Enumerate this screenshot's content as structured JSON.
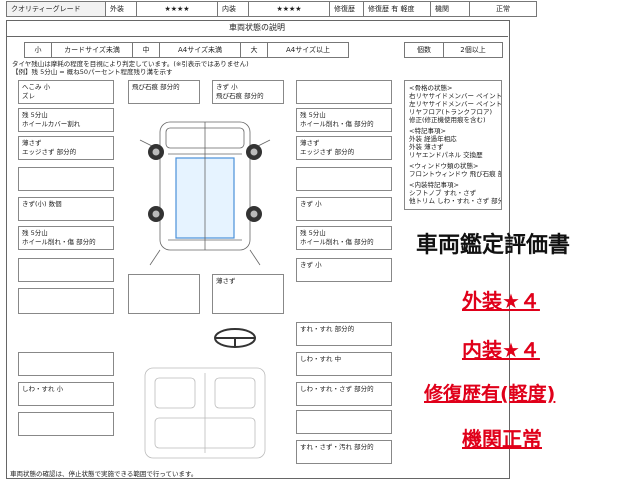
{
  "header": {
    "quality_label": "クオリティーグレード",
    "exterior_label": "外装",
    "exterior_value": "★★★★",
    "interior_label": "内装",
    "interior_value": "★★★★",
    "repair_label": "修復歴",
    "repair_value": "修復歴 有 軽度",
    "engine_label": "機関",
    "engine_value": "正常"
  },
  "report_title": "車両状態の説明",
  "size_row": {
    "small": "小",
    "small_desc": "カードサイズ未満",
    "medium": "中",
    "medium_desc": "A4サイズ未満",
    "large": "大",
    "large_desc": "A4サイズ以上",
    "count_label": "個数",
    "count_value": "2個以上"
  },
  "notes": {
    "line1": "タイヤ残山は摩耗の程度を目視により判定しています。(※引表示ではありません)",
    "line2": "【例】残 5分山 = 概ね50パーセント程度残り溝を示す"
  },
  "callouts": {
    "left": [
      "へこみ 小\nズレ",
      "",
      "残 5分山\nホイールカバー割れ",
      "薄さず\nエッジさず 部分的",
      "",
      "きず(小) 数個",
      "残 5分山\nホイール削れ・傷 部分的",
      ""
    ],
    "top": [
      "飛び石痕 部分的",
      "きず 小\n飛び石痕 部分的"
    ],
    "right": [
      "",
      "残 5分山\nホイール削れ・傷 部分的",
      "薄さず\nエッジさず 部分的",
      "",
      "きず 小",
      "残 5分山\nホイール削れ・傷 部分的",
      "きず 小"
    ],
    "bottom_left": [
      ""
    ],
    "bottom": [
      "",
      "薄さず"
    ]
  },
  "side_notes": {
    "lines": [
      "<骨格の状態>",
      "右リヤサイドメンバー ペイント",
      "左リヤサイドメンバー ペイント",
      "リヤフロア(トランクフロア)",
      "修正(修正機使用痕を含む)",
      "",
      "<特記事項>",
      "外装 経過年相応",
      "外装 薄さず",
      "リヤエンドパネル 交換歴",
      "",
      "<ウィンドウ類の状態>",
      "フロントウィンドウ 飛び石痕 部分的",
      "",
      "<内装特記事項>",
      "シフトノブ すれ・さず",
      "他トリム しわ・すれ・さず 部分的"
    ]
  },
  "interior_callouts": {
    "right": [
      "すれ・すれ 部分的",
      "しわ・すれ 中",
      "しわ・すれ・さず 部分的",
      "",
      "すれ・さず・汚れ 部分的"
    ],
    "left": [
      "",
      "しわ・すれ 小",
      ""
    ]
  },
  "footer_note": "車両状態の確認は、停止状態で実施できる範囲で行っています。",
  "appraisal": {
    "title": "車両鑑定評価書",
    "exterior": "外装★４",
    "interior": "内装★４",
    "repair": "修復歴有(軽度)",
    "engine": "機関正常"
  }
}
